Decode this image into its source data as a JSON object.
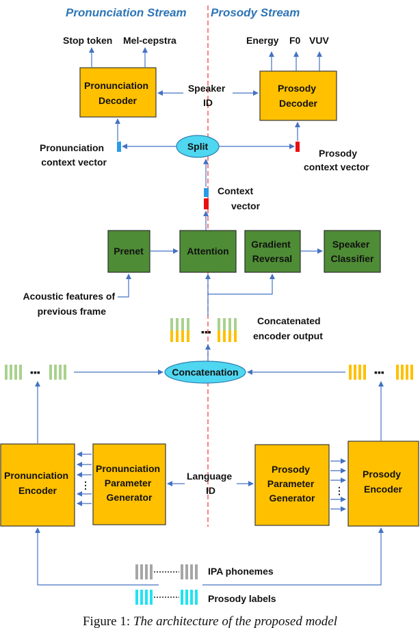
{
  "headers": {
    "pronunciation": "Pronunciation Stream",
    "prosody": "Prosody Stream"
  },
  "outputs": {
    "stop_token": "Stop token",
    "mel_cepstra": "Mel-cepstra",
    "energy": "Energy",
    "f0": "F0",
    "vuv": "VUV"
  },
  "boxes": {
    "pron_decoder": [
      "Pronunciation",
      "Decoder"
    ],
    "pros_decoder": [
      "Prosody",
      "Decoder"
    ],
    "prenet": [
      "Prenet"
    ],
    "attention": [
      "Attention"
    ],
    "gradient_reversal": [
      "Gradient",
      "Reversal"
    ],
    "speaker_classifier": [
      "Speaker",
      "Classifier"
    ],
    "pron_encoder": [
      "Pronunciation",
      "Encoder"
    ],
    "pron_param_gen": [
      "Pronunciation",
      "Parameter",
      "Generator"
    ],
    "pros_param_gen": [
      "Prosody",
      "Parameter",
      "Generator"
    ],
    "pros_encoder": [
      "Prosody",
      "Encoder"
    ]
  },
  "ellipses": {
    "split": "Split",
    "concatenation": "Concatenation"
  },
  "labels": {
    "speaker_id": [
      "Speaker",
      "ID"
    ],
    "pron_context": [
      "Pronunciation",
      "context vector"
    ],
    "pros_context": [
      "Prosody",
      "context vector"
    ],
    "context_vector": [
      "Context",
      "vector"
    ],
    "acoustic": [
      "Acoustic features of",
      "previous frame"
    ],
    "concat_output": [
      "Concatenated",
      "encoder output"
    ],
    "language_id": [
      "Language",
      "ID"
    ],
    "ipa": "IPA phonemes",
    "prosody_labels": "Prosody labels"
  },
  "caption": {
    "prefix": "Figure 1: ",
    "text": "The architecture of the proposed model"
  },
  "colors": {
    "orange": "#ffc000",
    "green": "#4e8c35",
    "cyan": "#4fd6f0",
    "arrow": "#4472c4",
    "header": "#2e75b6",
    "divider": "#ff3b3b"
  }
}
